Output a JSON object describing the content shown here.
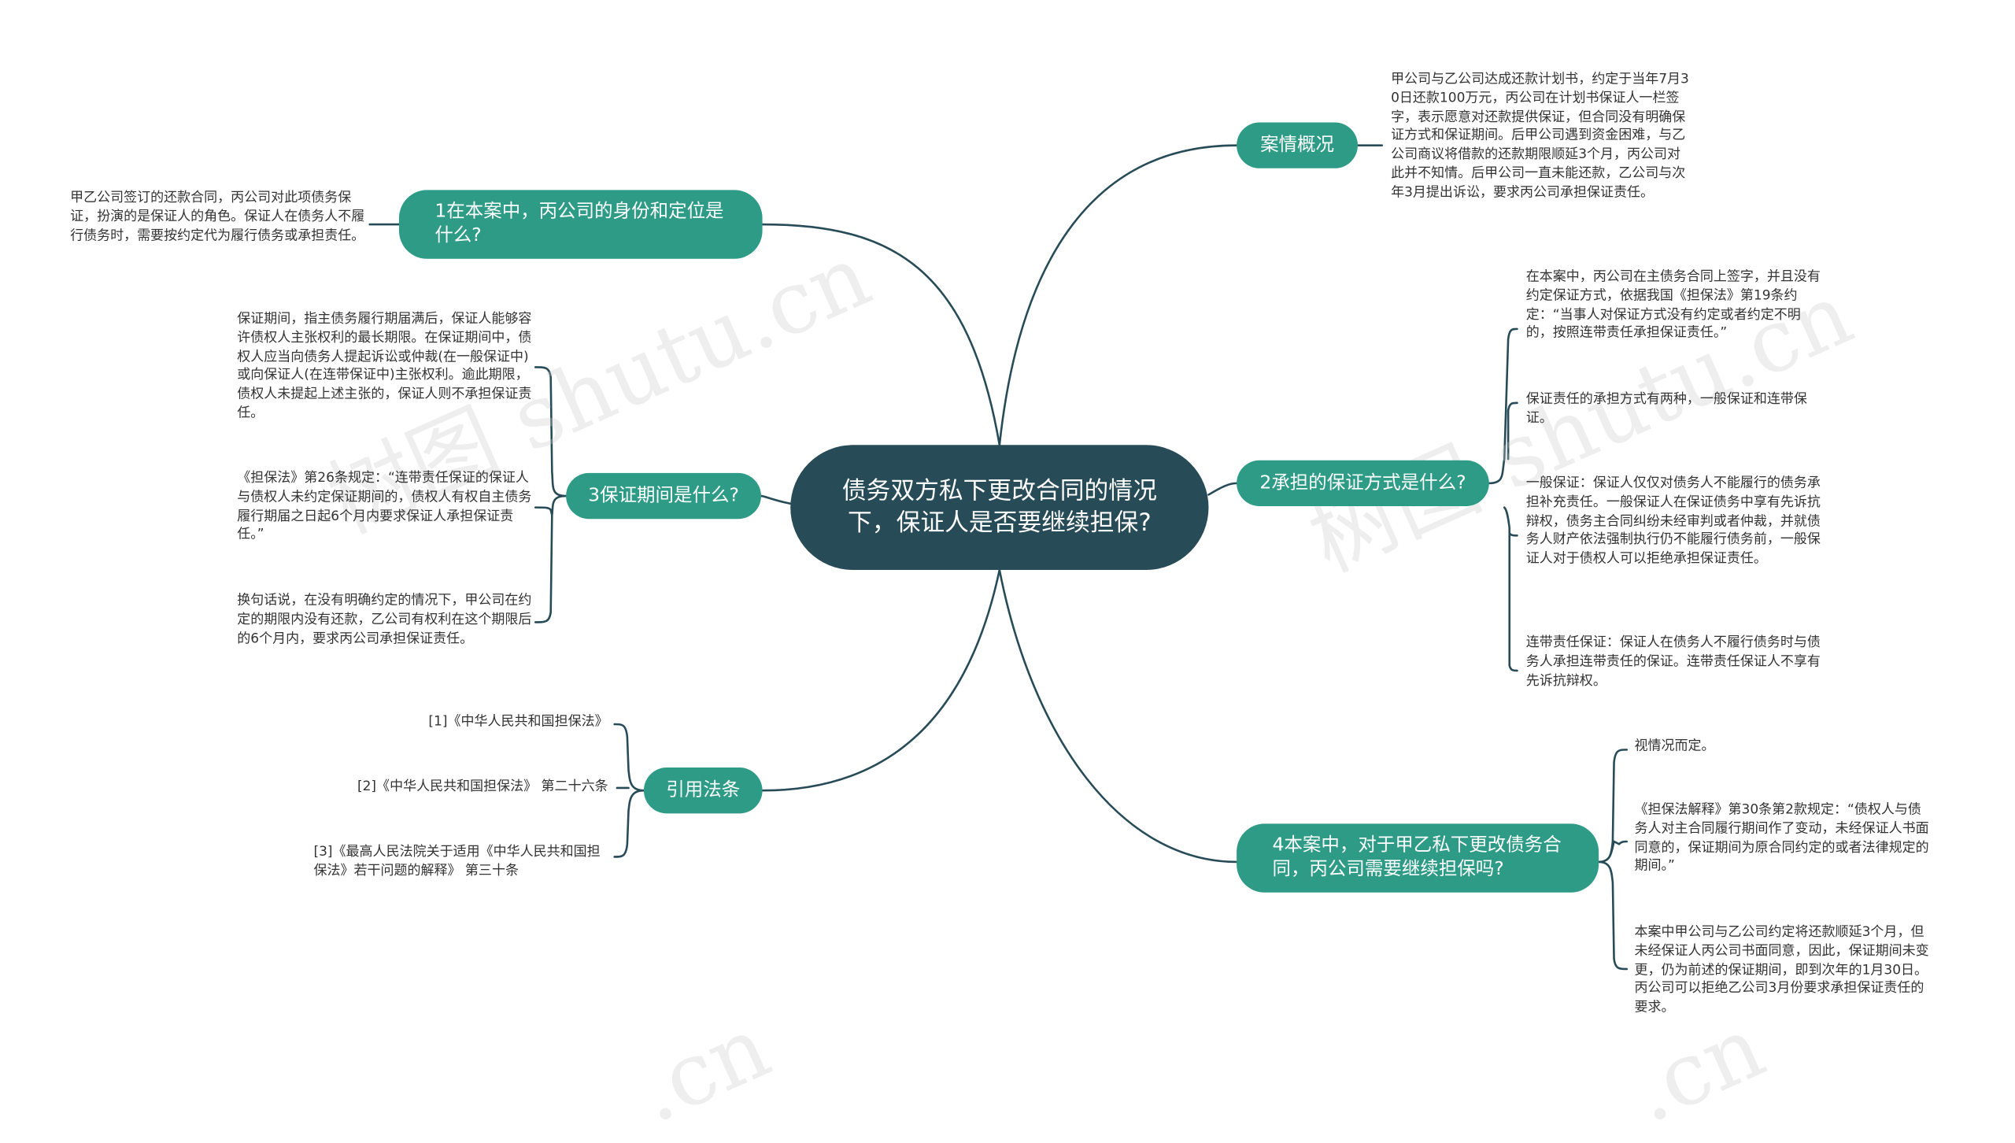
{
  "watermark": [
    "树图 shutu.cn",
    "树图 shutu.cn",
    ".cn",
    ".cn"
  ],
  "root": {
    "label": "债务双方私下更改合同的情况下，保证人是否要继续担保?"
  },
  "branches": {
    "case_overview": {
      "label": "案情概况"
    },
    "q1": {
      "label": "1在本案中，丙公司的身份和定位是什么?"
    },
    "q2": {
      "label": "2承担的保证方式是什么?"
    },
    "q3": {
      "label": "3保证期间是什么?"
    },
    "q4": {
      "label": "4本案中，对于甲乙私下更改债务合同，丙公司需要继续担保吗?"
    },
    "laws": {
      "label": "引用法条"
    }
  },
  "leaves": {
    "case_overview": [
      "甲公司与乙公司达成还款计划书，约定于当年7月30日还款100万元，丙公司在计划书保证人一栏签字，表示愿意对还款提供保证，但合同没有明确保证方式和保证期间。后甲公司遇到资金困难，与乙公司商议将借款的还款期限顺延3个月，丙公司对此并不知情。后甲公司一直未能还款，乙公司与次年3月提出诉讼，要求丙公司承担保证责任。"
    ],
    "q1": [
      "甲乙公司签订的还款合同，丙公司对此项债务保证，扮演的是保证人的角色。保证人在债务人不履行债务时，需要按约定代为履行债务或承担责任。"
    ],
    "q2": [
      "在本案中，丙公司在主债务合同上签字，并且没有约定保证方式，依据我国《担保法》第19条约定：“当事人对保证方式没有约定或者约定不明的，按照连带责任承担保证责任。”",
      "保证责任的承担方式有两种，一般保证和连带保证。",
      "一般保证：保证人仅仅对债务人不能履行的债务承担补充责任。一般保证人在保证债务中享有先诉抗辩权，债务主合同纠纷未经审判或者仲裁，并就债务人财产依法强制执行仍不能履行债务前，一般保证人对于债权人可以拒绝承担保证责任。",
      "连带责任保证：保证人在债务人不履行债务时与债务人承担连带责任的保证。连带责任保证人不享有先诉抗辩权。"
    ],
    "q3": [
      "保证期间，指主债务履行期届满后，保证人能够容许债权人主张权利的最长期限。在保证期间中，债权人应当向债务人提起诉讼或仲裁(在一般保证中)或向保证人(在连带保证中)主张权利。逾此期限，债权人未提起上述主张的，保证人则不承担保证责任。",
      "《担保法》第26条规定：“连带责任保证的保证人与债权人未约定保证期间的，债权人有权自主债务履行期届之日起6个月内要求保证人承担保证责任。”",
      "换句话说，在没有明确约定的情况下，甲公司在约定的期限内没有还款，乙公司有权利在这个期限后的6个月内，要求丙公司承担保证责任。"
    ],
    "q4": [
      "视情况而定。",
      "《担保法解释》第30条第2款规定：“债权人与债务人对主合同履行期间作了变动，未经保证人书面同意的，保证期间为原合同约定的或者法律规定的期间。”",
      "本案中甲公司与乙公司约定将还款顺延3个月，但未经保证人丙公司书面同意，因此，保证期间未变更，仍为前述的保证期间，即到次年的1月30日。丙公司可以拒绝乙公司3月份要求承担保证责任的要求。"
    ],
    "laws": [
      "[1]《中华人民共和国担保法》",
      "[2]《中华人民共和国担保法》 第二十六条",
      "[3]《最高人民法院关于适用《中华人民共和国担保法》若干问题的解释》 第三十条"
    ]
  },
  "colors": {
    "root_fill": "#274b57",
    "branch_fill": "#2e9b86",
    "line": "#274b57",
    "leaf_text": "#333333"
  }
}
